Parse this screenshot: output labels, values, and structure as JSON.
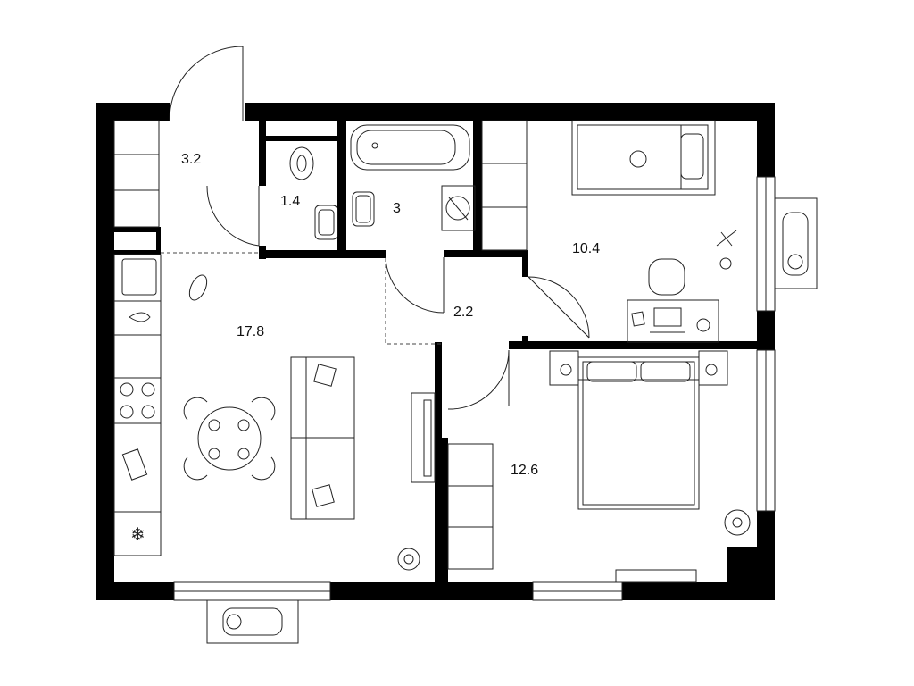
{
  "plan": {
    "rooms": [
      {
        "id": "hallway",
        "area": "3.2"
      },
      {
        "id": "toilet",
        "area": "1.4"
      },
      {
        "id": "bathroom",
        "area": "3"
      },
      {
        "id": "kids-bedroom",
        "area": "10.4"
      },
      {
        "id": "corridor",
        "area": "2.2"
      },
      {
        "id": "kitchen-living",
        "area": "17.8"
      },
      {
        "id": "bedroom",
        "area": "12.6"
      }
    ],
    "colors": {
      "wall": "#000000",
      "line": "#222222",
      "background": "#ffffff"
    }
  }
}
